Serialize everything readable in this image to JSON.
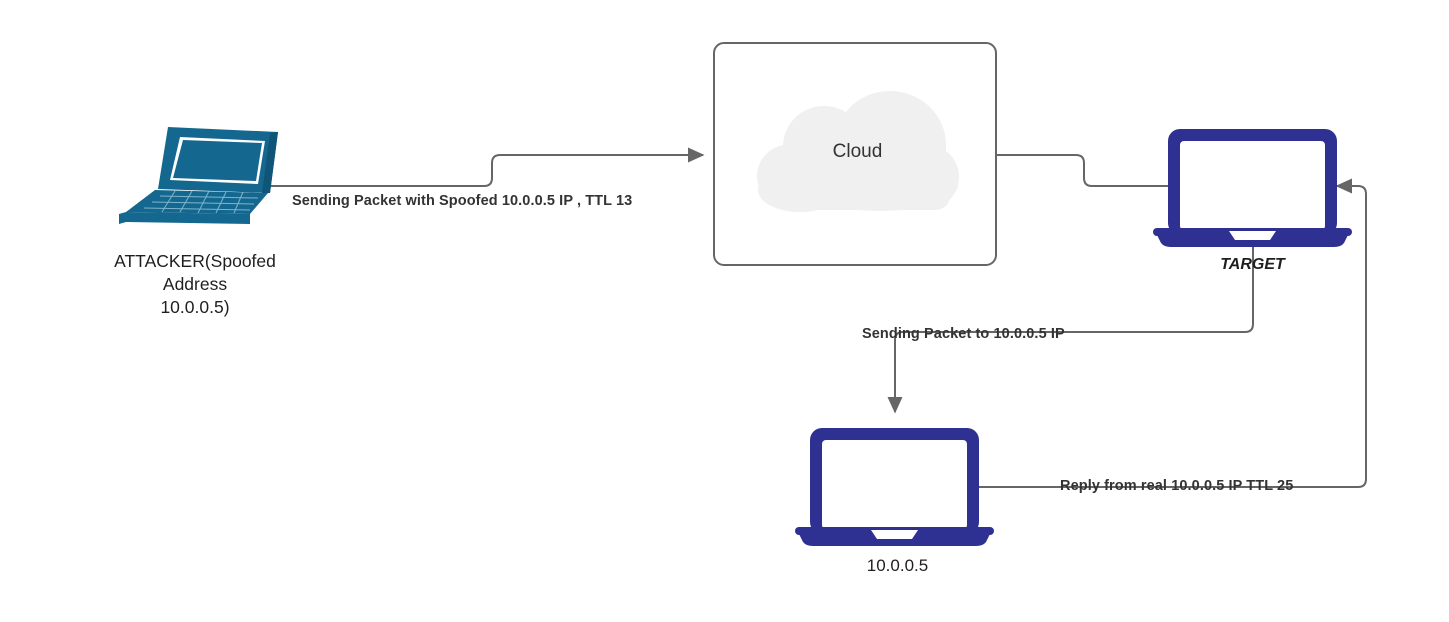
{
  "diagram": {
    "title": "IP Spoofing TTL Detection Network Diagram",
    "background": "#ffffff",
    "colors": {
      "laptop_blue": "#2e3192",
      "attacker_teal": "#1a6f9e",
      "wire_gray": "#666666",
      "label_text": "#333333",
      "node_text": "#1f1f1f",
      "cloud_fill": "#f0f0f0",
      "box_border": "#666666"
    },
    "nodes": [
      {
        "id": "attacker",
        "icon": "laptop-3d-icon",
        "label": "ATTACKER(Spoofed\nAddress\n10.0.0.5)"
      },
      {
        "id": "cloud",
        "icon": "cloud-icon",
        "label": "Cloud"
      },
      {
        "id": "target",
        "icon": "laptop-front-icon",
        "label": "TARGET"
      },
      {
        "id": "victim",
        "icon": "laptop-front-icon",
        "label": "10.0.0.5"
      }
    ],
    "connections": [
      {
        "id": "attacker-to-cloud",
        "from": "attacker",
        "to": "cloud",
        "label": "Sending Packet with Spoofed 10.0.0.5 IP , TTL 13",
        "arrowhead": true
      },
      {
        "id": "cloud-to-target",
        "from": "cloud",
        "to": "target",
        "label": "",
        "arrowhead": false
      },
      {
        "id": "target-to-victim",
        "from": "target",
        "to": "victim",
        "label": "Sending Packet to 10.0.0.5 IP",
        "arrowhead": true
      },
      {
        "id": "victim-to-target",
        "from": "victim",
        "to": "target",
        "label": "Reply from real 10.0.0.5 IP TTL 25",
        "arrowhead": true
      }
    ]
  }
}
